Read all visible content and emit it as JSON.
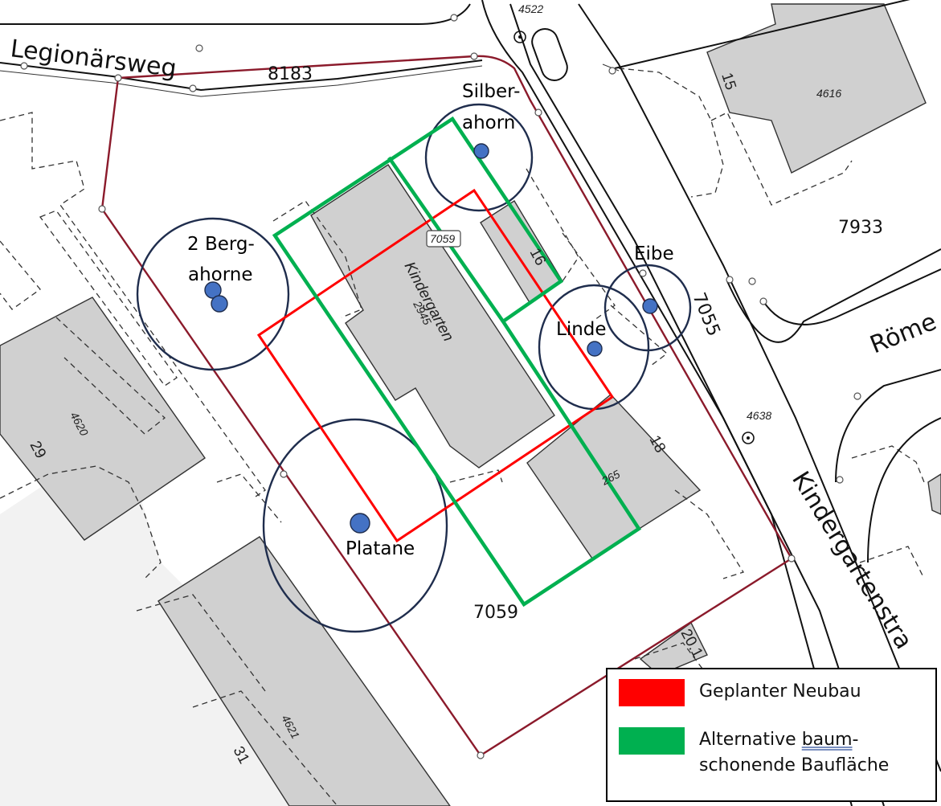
{
  "streets": {
    "legionaersweg": "Legionärsweg",
    "kindergartenstrasse": "Kindergartenstra",
    "roemer": "Röme"
  },
  "parcels": {
    "p8183": "8183",
    "p7933": "7933",
    "p7055": "7055",
    "p7059": "7059",
    "p7059_box": "7059",
    "p4522": "4522",
    "p4638": "4638"
  },
  "buildings": {
    "kindergarten_name": "Kindergarten",
    "kindergarten_no": "2945",
    "b4616": "4616",
    "b4620": "4620",
    "b4621": "4621",
    "b_265": "265",
    "h15": "15",
    "h16": "16",
    "h18": "18",
    "h20_1": "20.1",
    "h29": "29",
    "h31": "31"
  },
  "trees": {
    "silberahorn_1": "Silber-",
    "silberahorn_2": "ahorn",
    "bergahorne_1": "2 Berg-",
    "bergahorne_2": "ahorne",
    "eibe": "Eibe",
    "linde": "Linde",
    "platane": "Platane"
  },
  "colors": {
    "planned": "#ff0000",
    "alternative": "#00b050",
    "tree_dot": "#4472c4",
    "tree_circle": "#1f2d4d",
    "boundary": "#8b1a2b",
    "building": "#d0d0d0"
  },
  "legend": {
    "planned_label": "Geplanter Neubau",
    "alternative_label_1": "Alternative ",
    "alternative_label_1b": "baum",
    "alternative_label_1c": "-",
    "alternative_label_2": "schonende Baufläche"
  }
}
